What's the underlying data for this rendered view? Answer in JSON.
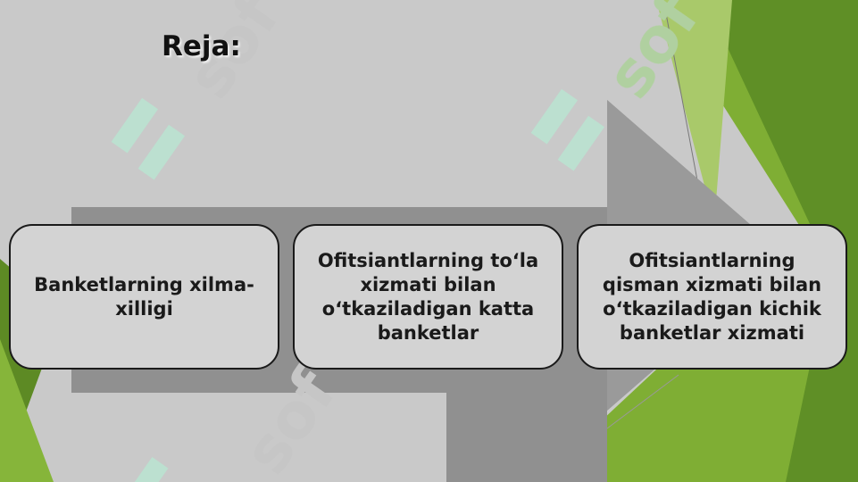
{
  "slide": {
    "title": "Reja:",
    "watermark": "sof",
    "colors": {
      "background": "#c9c9c9",
      "arrow": "#8f8f8f",
      "accent_green": "#6e9a2a",
      "card_fill": "#d3d3d3",
      "card_border": "#1a1a1a"
    },
    "items": [
      {
        "label": "Banketlarning xilma-xilligi"
      },
      {
        "label": "Ofitsiantlarning to‘la xizmati bilan o‘tkaziladigan katta banketlar"
      },
      {
        "label": "Ofitsiantlarning qisman xizmati bilan o‘tkaziladigan kichik banketlar xizmati"
      }
    ]
  }
}
